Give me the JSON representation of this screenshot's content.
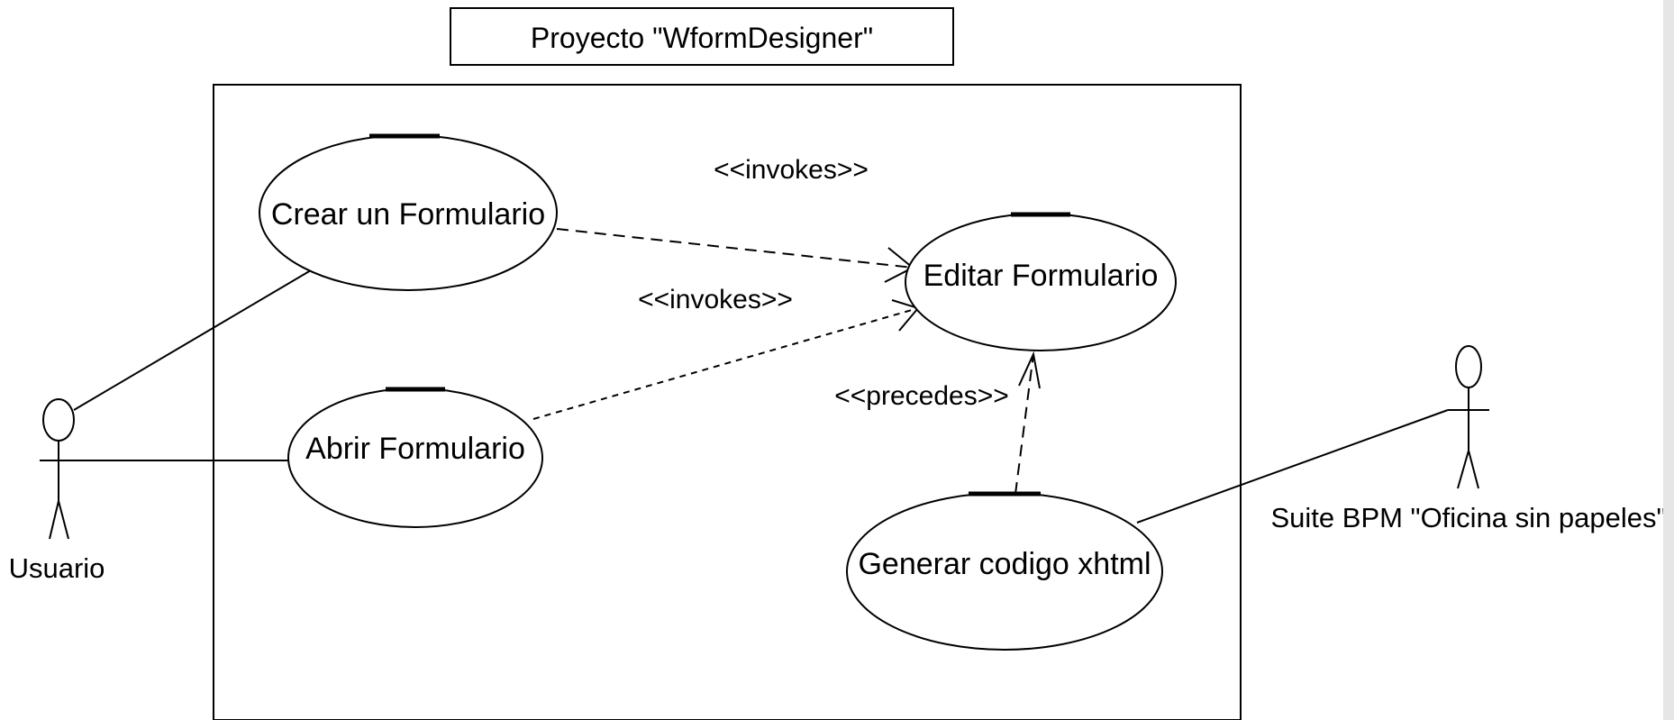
{
  "title": "Proyecto \"WformDesigner\"",
  "use_cases": {
    "crear": "Crear un Formulario",
    "editar": "Editar Formulario",
    "abrir": "Abrir Formulario",
    "generar": "Generar codigo xhtml"
  },
  "actors": {
    "usuario": "Usuario",
    "suite": "Suite BPM \"Oficina sin papeles\""
  },
  "relations": {
    "invokes_1": "<<invokes>>",
    "invokes_2": "<<invokes>>",
    "precedes": "<<precedes>>"
  }
}
